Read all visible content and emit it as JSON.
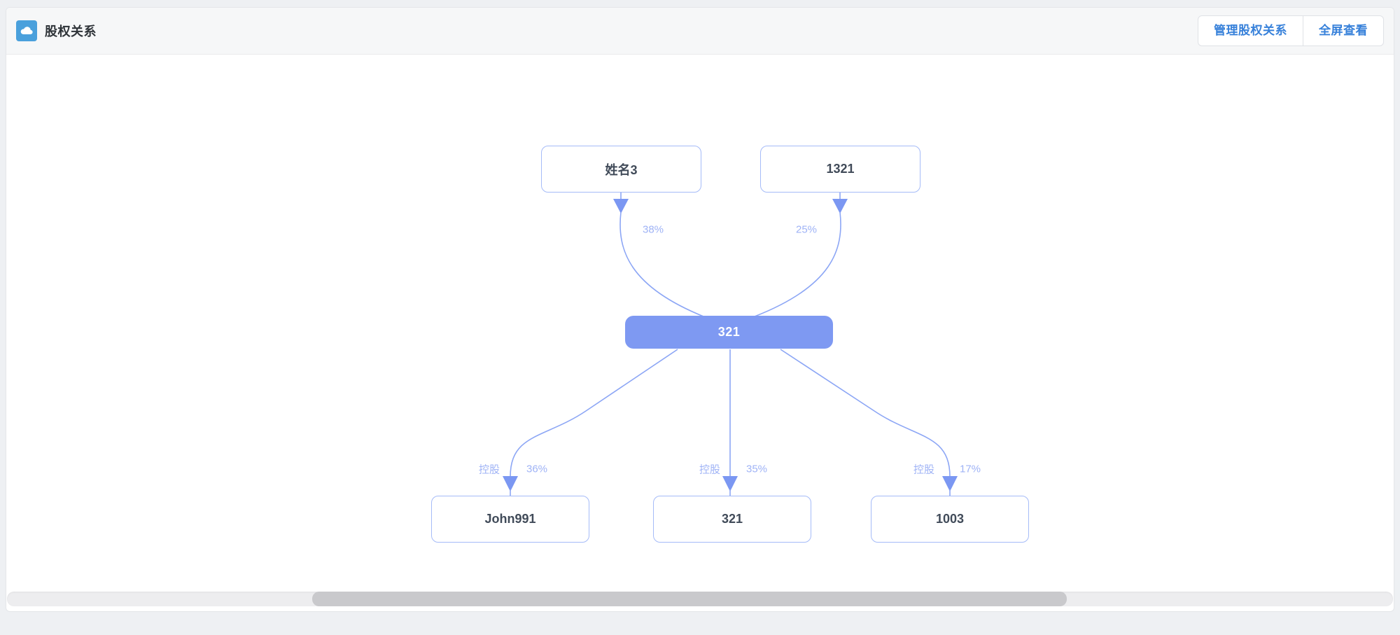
{
  "header": {
    "title": "股权关系",
    "manage_button": "管理股权关系",
    "fullscreen_button": "全屏查看",
    "icon": "cloud-icon"
  },
  "diagram": {
    "nodes": [
      {
        "id": "top-1",
        "label": "姓名3",
        "type": "default"
      },
      {
        "id": "top-2",
        "label": "1321",
        "type": "default"
      },
      {
        "id": "center",
        "label": "321",
        "type": "primary"
      },
      {
        "id": "bottom-1",
        "label": "John991",
        "type": "default"
      },
      {
        "id": "bottom-2",
        "label": "321",
        "type": "default"
      },
      {
        "id": "bottom-3",
        "label": "1003",
        "type": "default"
      }
    ],
    "edges": [
      {
        "from": "姓名3",
        "to": "321",
        "label": "38%"
      },
      {
        "from": "1321",
        "to": "321",
        "label": "25%"
      },
      {
        "from": "321",
        "to": "John991",
        "relation": "控股",
        "label": "36%"
      },
      {
        "from": "321",
        "to": "321",
        "relation": "控股",
        "label": "35%"
      },
      {
        "from": "321",
        "to": "1003",
        "relation": "控股",
        "label": "17%"
      }
    ]
  },
  "colors": {
    "edge": "#8ca6f5",
    "edge_label": "#9fb3f6",
    "node_border": "#a5bbf8",
    "primary_node_fill": "#7e99f2",
    "button_text": "#3781da",
    "icon_bg": "#4aa0dc"
  }
}
